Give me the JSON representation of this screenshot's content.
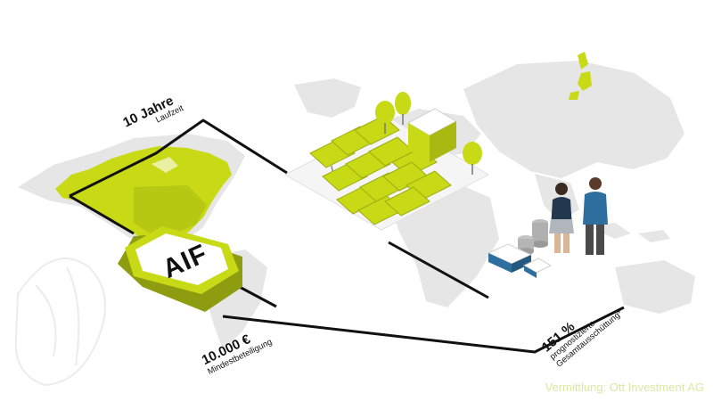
{
  "infographic": {
    "term": {
      "value": "10 Jahre",
      "label": "Laufzeit"
    },
    "fund_badge": {
      "text": "AIF"
    },
    "minimum": {
      "value": "10.000 €",
      "label": "Mindestbeteiligung"
    },
    "distribution": {
      "value": "151 %",
      "label_line1": "prognostizierte",
      "label_line2": "Gesamtausschüttung*"
    },
    "footer": {
      "text": "Vermittlung: Ott Investment AG"
    }
  },
  "colors": {
    "accent": "#c8d916",
    "accent_dark": "#9fae10",
    "map": "#e6e6e6",
    "line": "#111111",
    "footer_text": "#dbe8a4",
    "coin_blue": "#2f6f9f",
    "person_navy": "#23384f"
  },
  "icons": [
    "world-map",
    "solar-panel",
    "tree",
    "office-box",
    "coin-stack",
    "person"
  ]
}
